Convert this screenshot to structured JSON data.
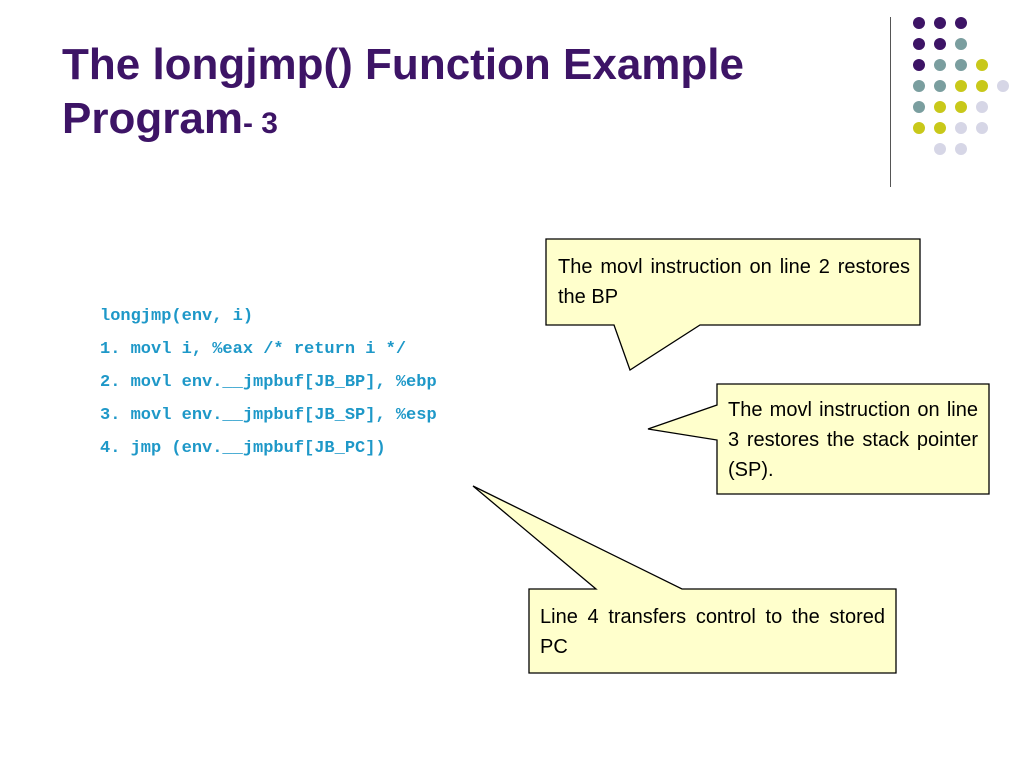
{
  "slide": {
    "title_main": "The longjmp() Function Example Program",
    "title_suffix": "- 3",
    "code_lines": [
      "longjmp(env, i)",
      "1. movl i, %eax /* return i */",
      "2. movl env.__jmpbuf[JB_BP], %ebp",
      "3. movl env.__jmpbuf[JB_SP], %esp",
      "4. jmp (env.__jmpbuf[JB_PC])"
    ],
    "callouts": [
      {
        "text": "The movl instruction on line 2 restores the BP"
      },
      {
        "text": "The movl instruction on line 3 restores the stack pointer (SP)."
      },
      {
        "text": "Line 4 transfers control to the stored PC"
      }
    ]
  },
  "colors": {
    "title": "#3d1466",
    "code": "#1e98c8",
    "callout_fill": "#ffffcc",
    "dot_purple": "#3d1466",
    "dot_teal": "#7a9e9f",
    "dot_yellow": "#c8c81a",
    "dot_lavender": "#d6d6e6"
  },
  "decoration": {
    "dot_rows": [
      [
        "purple",
        "purple",
        "purple"
      ],
      [
        "purple",
        "purple",
        "teal"
      ],
      [
        "purple",
        "teal",
        "teal",
        "yellow"
      ],
      [
        "teal",
        "teal",
        "yellow",
        "yellow",
        "lavender"
      ],
      [
        "teal",
        "yellow",
        "yellow",
        "lavender"
      ],
      [
        "yellow",
        "yellow",
        "lavender",
        "lavender"
      ],
      [
        "lavender",
        "lavender"
      ]
    ]
  }
}
